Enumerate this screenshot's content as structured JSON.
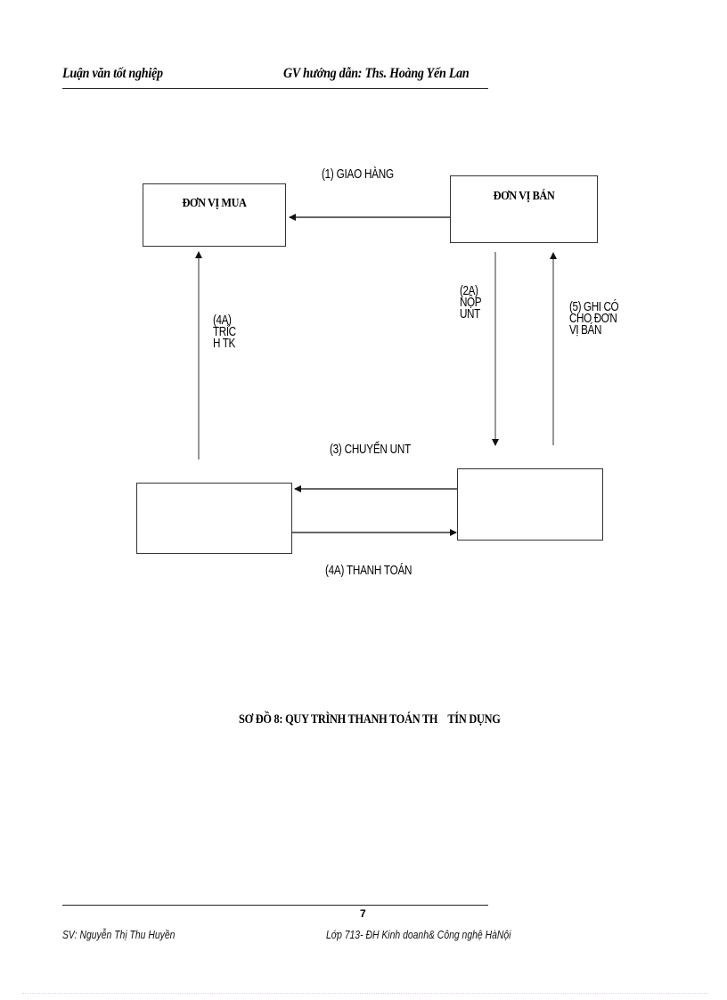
{
  "header": {
    "left": "Luận văn tốt nghiệp",
    "right": "GV hướng   dẫn: Ths. Hoàng Yến Lan"
  },
  "diagram": {
    "boxes": {
      "buyer": {
        "label": "ĐƠN VỊ MUA"
      },
      "seller": {
        "label": "ĐƠN VỊ BÁN"
      },
      "buyer_bank": {
        "label": ""
      },
      "seller_bank": {
        "label": ""
      }
    },
    "arrows": [
      {
        "id": "step1",
        "label": "(1) GIAO HÀNG",
        "from": "seller",
        "to": "buyer"
      },
      {
        "id": "step2a",
        "label": "(2A)\nNỘP\nUNT",
        "from": "seller",
        "to": "seller_bank"
      },
      {
        "id": "step3",
        "label": "(3) CHUYỂN UNT",
        "from": "seller_bank",
        "to": "buyer_bank"
      },
      {
        "id": "step4a_debit",
        "label": "(4A)\nTRÍC\nH TK",
        "from": "buyer_bank",
        "to": "buyer"
      },
      {
        "id": "step4a_pay",
        "label": "(4A) THANH TOÁN",
        "from": "buyer_bank",
        "to": "seller_bank"
      },
      {
        "id": "step5",
        "label": "(5) GHI CÓ\nCHO ĐƠN\nVỊ BÁN",
        "from": "seller_bank",
        "to": "seller"
      }
    ],
    "labels": {
      "step1": "(1) GIAO HÀNG",
      "step2a": "(2A)\nNỘP\nUNT",
      "step3": "(3) CHUYỂN UNT",
      "step4a_debit": "(4A)\nTRÍC\nH TK",
      "step4a_pay": "(4A) THANH TOÁN",
      "step5": "(5) GHI CÓ\nCHO ĐƠN\nVỊ BÁN"
    },
    "caption": "SƠ ĐỒ 8: QUY TRÌNH THANH TOÁN TH    TÍN DỤNG"
  },
  "footer": {
    "page_number": "7",
    "left": "SV: Nguyễn Thị Thu Huyền",
    "right": "Lớp 713- ĐH Kinh doanh& Công nghệ HàNội"
  },
  "colors": {
    "line": "#333333",
    "text": "#000000",
    "background": "#ffffff"
  }
}
